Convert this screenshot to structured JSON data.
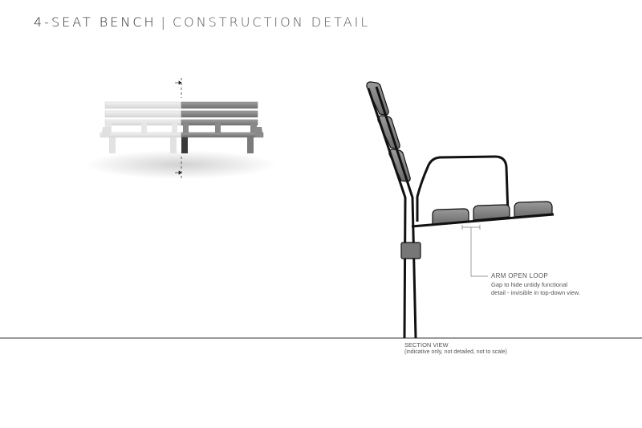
{
  "header": {
    "title": "4-SEAT BENCH",
    "separator": "|",
    "subtitle": "CONSTRUCTION DETAIL"
  },
  "annotation": {
    "title": "ARM OPEN LOOP",
    "line1": "Gap to hide untidy functional",
    "line2": "detail - invisible in top-down view."
  },
  "section": {
    "title": "SECTION VIEW",
    "note": "(indicative only, not detailed, not to scale)"
  },
  "colors": {
    "frame": "#111111",
    "slat": "#7f7f7f",
    "light_slat": "#e4e4e4",
    "ground": "#333333"
  }
}
